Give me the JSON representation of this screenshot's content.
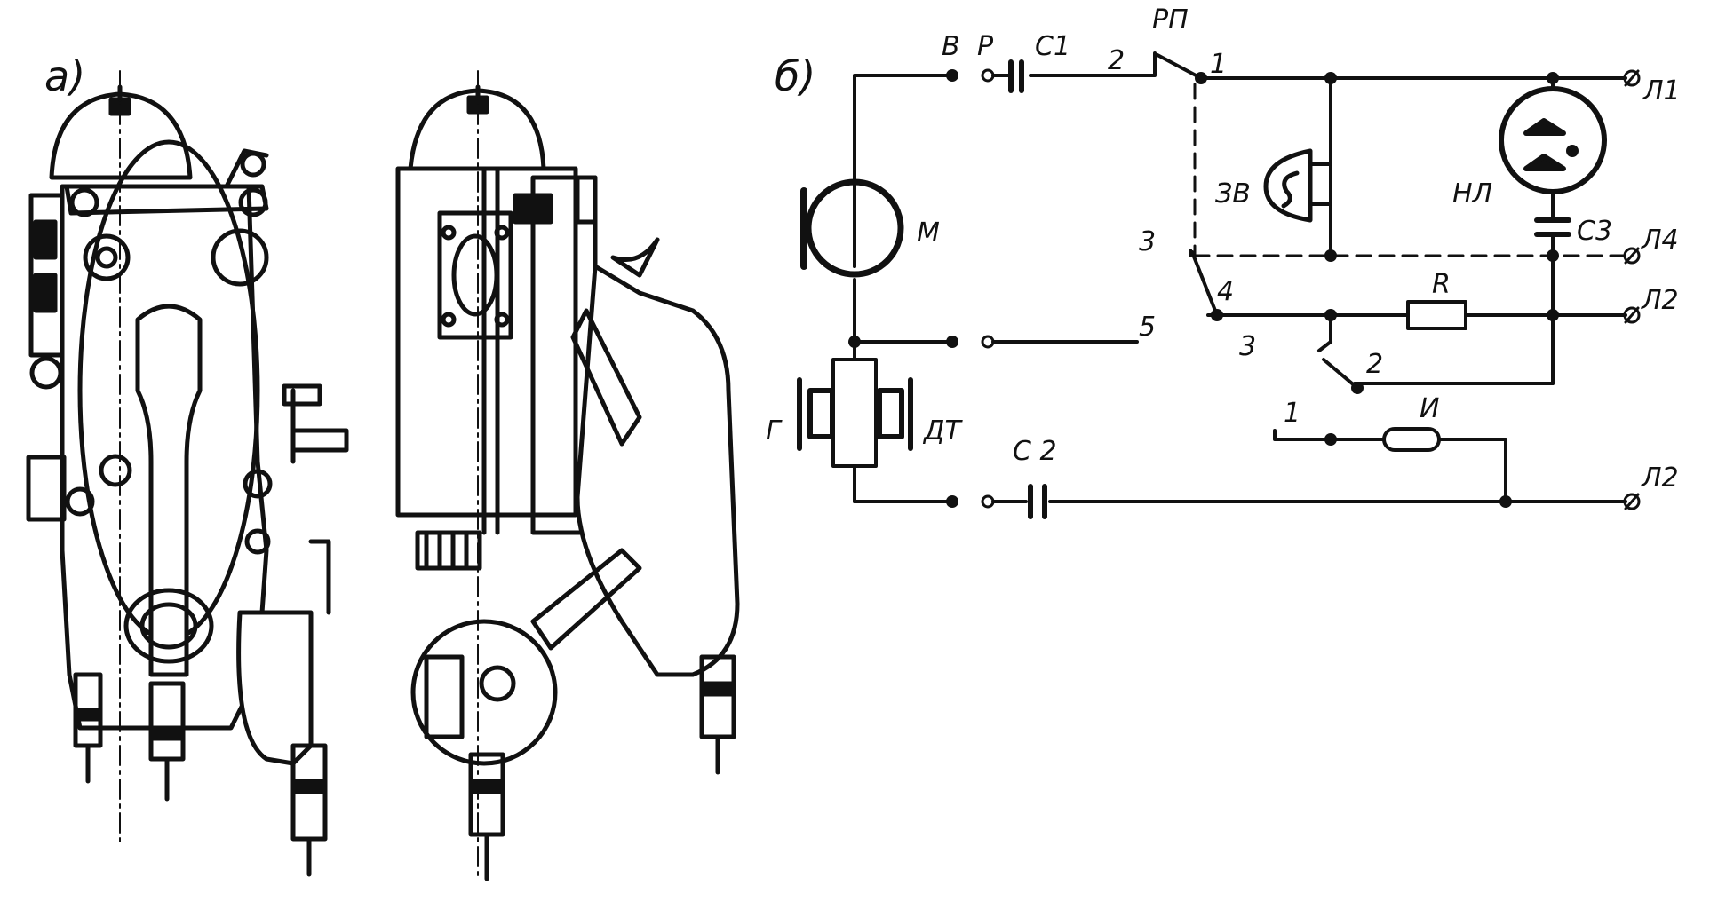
{
  "panels": {
    "a": "а)",
    "b": "б)"
  },
  "labels": {
    "V": "В",
    "R_contact": "Р",
    "C1": "С1",
    "RP": "РП",
    "rp_2": "2",
    "rp_1": "1",
    "L1": "Л1",
    "ZV": "ЗВ",
    "NL": "НЛ",
    "C3": "С3",
    "L4": "Л4",
    "M": "М",
    "sw_3_top": "3",
    "sw_4": "4",
    "R": "R",
    "L2_top": "Л2",
    "sw_5": "5",
    "sw_3_low": "3",
    "sw_2": "2",
    "G": "Г",
    "DT": "ДТ",
    "sw_1": "1",
    "I": "И",
    "C2": "С 2",
    "L2_bottom": "Л2"
  },
  "colors": {
    "ink": "#111111",
    "paper": "#ffffff"
  }
}
